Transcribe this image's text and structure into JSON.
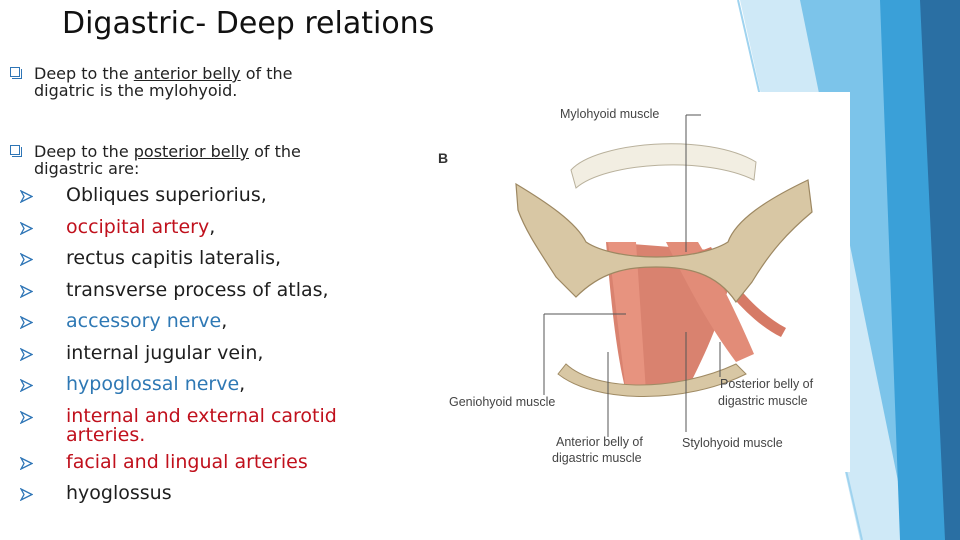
{
  "title": "Digastric- Deep relations",
  "para1": {
    "pre": "Deep to the ",
    "underline": "anterior belly",
    "post": " of the",
    "line2": "digatric is the mylohyoid."
  },
  "para2": {
    "pre": "Deep to the ",
    "underline": "posterior belly",
    "post": " of the",
    "line2": "digastric are:"
  },
  "list_items": [
    {
      "text": "Obliques superiorius,",
      "color": "#1e1e1e"
    },
    {
      "main": "occipital artery",
      "suffix": ",",
      "color": "#c0101c"
    },
    {
      "text": "rectus capitis lateralis,",
      "color": "#1e1e1e"
    },
    {
      "text": "transverse process of atlas,",
      "color": "#1e1e1e"
    },
    {
      "main": "accessory nerve",
      "suffix": ",",
      "color": "#2e78b4"
    },
    {
      "text": "internal jugular vein,",
      "color": "#1e1e1e"
    },
    {
      "main": "hypoglossal nerve",
      "suffix": ",",
      "color": "#2e78b4"
    },
    {
      "line1": "internal and external carotid",
      "line2": "arteries.",
      "color": "#c0101c"
    },
    {
      "text": "facial and lingual arteries",
      "color": "#c0101c"
    },
    {
      "text": "hyoglossus",
      "color": "#1e1e1e"
    }
  ],
  "figure": {
    "panel_label": "B",
    "labels": {
      "mylohyoid": "Mylohyoid muscle",
      "geniohyoid": "Geniohyoid muscle",
      "posterior_belly_1": "Posterior belly of",
      "posterior_belly_2": "digastric muscle",
      "anterior_belly_1": "Anterior belly of",
      "anterior_belly_2": "digastric muscle",
      "stylohyoid": "Stylohyoid muscle"
    }
  },
  "colors": {
    "bullet_square": "#2e75b6",
    "arrow_bullet": "#2e75b6",
    "accent_red": "#c0101c",
    "accent_blue": "#2e78b4"
  },
  "icons": {
    "para_bullet": "hollow-square-bullet",
    "list_bullet": "arrowhead-bullet"
  }
}
